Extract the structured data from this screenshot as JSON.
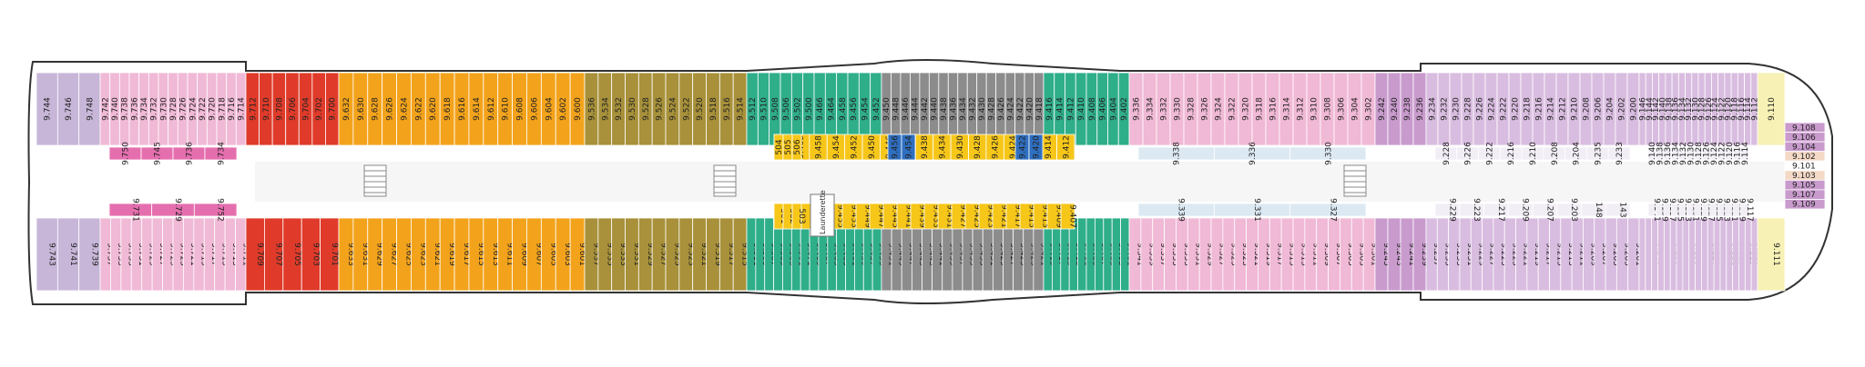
{
  "colors": {
    "hull_outline": "#333333",
    "deck_floor": "#ffffff",
    "corridor": "#f4f4f4",
    "forward_yellow": "#f7f1b5",
    "lavender": "#c7b6d8",
    "purple": "#a56faa",
    "pink": "#f0b9d6",
    "hot_pink": "#e56fae",
    "red": "#e03b2a",
    "dark_red": "#c8261c",
    "orange": "#f3a31b",
    "olive": "#a8913a",
    "teal": "#2fae8a",
    "gray": "#8c8c8c",
    "yellow": "#f6c619",
    "blue": "#2f6fc0",
    "light_blue": "#dce9f3",
    "pale_purple": "#d9bde0",
    "mauve": "#c99bcd",
    "salmon": "#f3c0b0",
    "beige": "#f4d9c6"
  },
  "special_labels": {
    "launderette": "Launderette"
  },
  "sections": [
    {
      "name": "aft-lavender",
      "color": "lavender",
      "top": [
        "9.744",
        "9.746",
        "9.748"
      ],
      "bottom": [
        "9.743",
        "9.741",
        "9.739"
      ]
    },
    {
      "name": "aft-pale",
      "color": "pink",
      "top": [
        "9.742",
        "9.740",
        "9.738",
        "9.736",
        "9.734",
        "9.732",
        "9.730",
        "9.728",
        "9.726",
        "9.724",
        "9.722",
        "9.720",
        "9.718",
        "9.716",
        "9.714"
      ],
      "inner": [
        "9.750",
        "9.745",
        "9.736",
        "9.734",
        "9.731",
        "9.729",
        "9.752"
      ],
      "bottom": [
        "9.737",
        "9.735",
        "9.733",
        "9.731",
        "9.729",
        "9.727",
        "9.725",
        "9.723",
        "9.721",
        "9.719",
        "9.717",
        "9.715",
        "9.713",
        "9.711"
      ]
    },
    {
      "name": "red-block",
      "color": "red",
      "top": [
        "9.712",
        "9.710",
        "9.708",
        "9.706",
        "9.704",
        "9.702",
        "9.700"
      ],
      "bottom": [
        "9.709",
        "9.707",
        "9.705",
        "9.703",
        "9.701"
      ]
    },
    {
      "name": "orange-block",
      "color": "orange",
      "top": [
        "9.632",
        "9.630",
        "9.628",
        "9.626",
        "9.624",
        "9.622",
        "9.620",
        "9.618",
        "9.616",
        "9.614",
        "9.612",
        "9.610",
        "9.608",
        "9.606",
        "9.604",
        "9.602",
        "9.600"
      ],
      "bottom": [
        "9.633",
        "9.631",
        "9.629",
        "9.627",
        "9.625",
        "9.623",
        "9.621",
        "9.619",
        "9.617",
        "9.615",
        "9.613",
        "9.611",
        "9.609",
        "9.607",
        "9.605",
        "9.603",
        "9.601"
      ]
    },
    {
      "name": "olive-block",
      "color": "olive",
      "top": [
        "9.536",
        "9.534",
        "9.532",
        "9.530",
        "9.528",
        "9.526",
        "9.524",
        "9.522",
        "9.520",
        "9.518",
        "9.516",
        "9.514"
      ],
      "bottom": [
        "9.537",
        "9.535",
        "9.533",
        "9.531",
        "9.529",
        "9.527",
        "9.525",
        "9.523",
        "9.521",
        "9.519",
        "9.517",
        "9.515"
      ]
    },
    {
      "name": "teal-aft",
      "color": "teal",
      "top": [
        "9.512",
        "9.510",
        "9.508",
        "9.506",
        "9.502",
        "9.500",
        "9.466",
        "9.464",
        "9.458",
        "9.456",
        "9.454",
        "9.452"
      ],
      "bottom": [
        "9.511",
        "9.509",
        "9.507",
        "9.505",
        "9.503",
        "9.501",
        "9.471",
        "9.469",
        "9.467",
        "9.465",
        "9.463",
        "9.461",
        "9.459",
        "9.457",
        "9.453"
      ]
    },
    {
      "name": "gray-mid",
      "color": "gray",
      "top": [
        "9.450",
        "9.448",
        "9.446",
        "9.444",
        "9.442",
        "9.440",
        "9.438",
        "9.436",
        "9.434",
        "9.432",
        "9.430",
        "9.428",
        "9.426",
        "9.424",
        "9.422",
        "9.420",
        "9.418"
      ],
      "bottom": [
        "9.451",
        "9.449",
        "9.447",
        "9.445",
        "9.443",
        "9.441",
        "9.439",
        "9.437",
        "9.435",
        "9.433",
        "9.431",
        "9.429",
        "9.427",
        "9.425",
        "9.423",
        "9.421"
      ]
    },
    {
      "name": "teal-fwd",
      "color": "teal",
      "top": [
        "9.416",
        "9.414",
        "9.412",
        "9.410",
        "9.408",
        "9.406",
        "9.404",
        "9.402"
      ],
      "bottom": [
        "9.419",
        "9.417",
        "9.415",
        "9.413",
        "9.411",
        "9.409",
        "9.407",
        "9.405",
        "9.403",
        "9.401"
      ]
    },
    {
      "name": "yellow-inner",
      "color": "yellow",
      "top": [
        "9.462",
        "9.460",
        "9.458",
        "9.454",
        "9.452",
        "9.450",
        "9.446",
        "9.444",
        "9.438",
        "9.434",
        "9.430",
        "9.428",
        "9.426",
        "9.424",
        "9.420",
        "9.414",
        "9.412"
      ],
      "bottom": [
        "9.465",
        "9.463",
        "9.461",
        "9.457",
        "9.455",
        "9.453",
        "9.449",
        "9.447",
        "9.445",
        "9.441",
        "9.439",
        "9.433",
        "9.431",
        "9.427",
        "9.425",
        "9.423",
        "9.421",
        "9.417",
        "9.415",
        "9.413",
        "9.409",
        "9.407"
      ],
      "blue": [
        "9.456",
        "9.454",
        "9.422",
        "9.420"
      ],
      "center": [
        "501",
        "502",
        "503",
        "504",
        "505",
        "506"
      ]
    },
    {
      "name": "pink-mid",
      "color": "pink",
      "top": [
        "9.336",
        "9.334",
        "9.332",
        "9.330",
        "9.328",
        "9.326",
        "9.324",
        "9.322",
        "9.320",
        "9.318",
        "9.316",
        "9.314",
        "9.312",
        "9.310",
        "9.308",
        "9.306",
        "9.304",
        "9.302"
      ],
      "inner": [
        "9.338",
        "9.336",
        "9.330",
        "9.339",
        "9.331",
        "9.327"
      ],
      "bottom": [
        "9.341",
        "9.339",
        "9.337",
        "9.335",
        "9.333",
        "9.331",
        "9.329",
        "9.327",
        "9.325",
        "9.323",
        "9.321",
        "9.319",
        "9.317",
        "9.315",
        "9.313",
        "9.311",
        "9.309",
        "9.307",
        "9.305",
        "9.303",
        "9.301"
      ]
    },
    {
      "name": "mauve-mid",
      "color": "mauve",
      "top": [
        "9.242",
        "9.240",
        "9.238",
        "9.236"
      ],
      "bottom": [
        "9.245",
        "9.243",
        "9.241",
        "9.239"
      ]
    },
    {
      "name": "purple-fwd",
      "color": "pale_purple",
      "top": [
        "9.234",
        "9.232",
        "9.230",
        "9.228",
        "9.226",
        "9.224",
        "9.222",
        "9.220",
        "9.218",
        "9.216",
        "9.214",
        "9.212",
        "9.210",
        "9.208",
        "9.206",
        "9.204",
        "9.202",
        "9.200"
      ],
      "inner": [
        "9.228",
        "9.226",
        "9.222",
        "9.216",
        "9.210",
        "9.208",
        "9.204",
        "9.235",
        "9.233",
        "9.229",
        "9.223",
        "9.217",
        "9.209",
        "9.207",
        "9.203",
        "148",
        "143"
      ],
      "bottom": [
        "9.237",
        "9.235",
        "9.233",
        "9.231",
        "9.229",
        "9.227",
        "9.225",
        "9.223",
        "9.221",
        "9.219",
        "9.217",
        "9.215",
        "9.213",
        "9.211",
        "9.209",
        "9.207",
        "9.205",
        "9.203",
        "9.201"
      ]
    },
    {
      "name": "purple-bow",
      "color": "pale_purple",
      "top": [
        "9.146",
        "9.144",
        "9.142",
        "9.140",
        "9.138",
        "9.136",
        "9.134",
        "9.132",
        "9.130",
        "9.128",
        "9.126",
        "9.124",
        "9.122",
        "9.120",
        "9.118",
        "9.116",
        "9.114",
        "9.112"
      ],
      "inner": [
        "9.140",
        "9.138",
        "9.136",
        "9.134",
        "9.132",
        "9.130",
        "9.128",
        "9.126",
        "9.124",
        "9.122",
        "9.120",
        "9.116",
        "9.114",
        "9.141",
        "9.139",
        "9.137",
        "9.135",
        "9.133",
        "9.131",
        "9.129",
        "9.127",
        "9.125",
        "9.123",
        "9.121",
        "9.119",
        "9.117"
      ],
      "bottom": [
        "9.149",
        "9.147",
        "9.145",
        "9.143",
        "9.141",
        "9.139",
        "9.137",
        "9.135",
        "9.133",
        "9.131",
        "9.129",
        "9.127",
        "9.125",
        "9.123",
        "9.121",
        "9.119",
        "9.117",
        "9.115",
        "9.113"
      ]
    },
    {
      "name": "bow-yellow",
      "color": "forward_yellow",
      "top": [
        "9.110"
      ],
      "bottom": [
        "9.111"
      ]
    },
    {
      "name": "bow-column",
      "color": "mauve",
      "column": [
        "9.108",
        "9.106",
        "9.104",
        "9.102",
        "9.101",
        "9.103",
        "9.105",
        "9.107",
        "9.109"
      ]
    }
  ]
}
